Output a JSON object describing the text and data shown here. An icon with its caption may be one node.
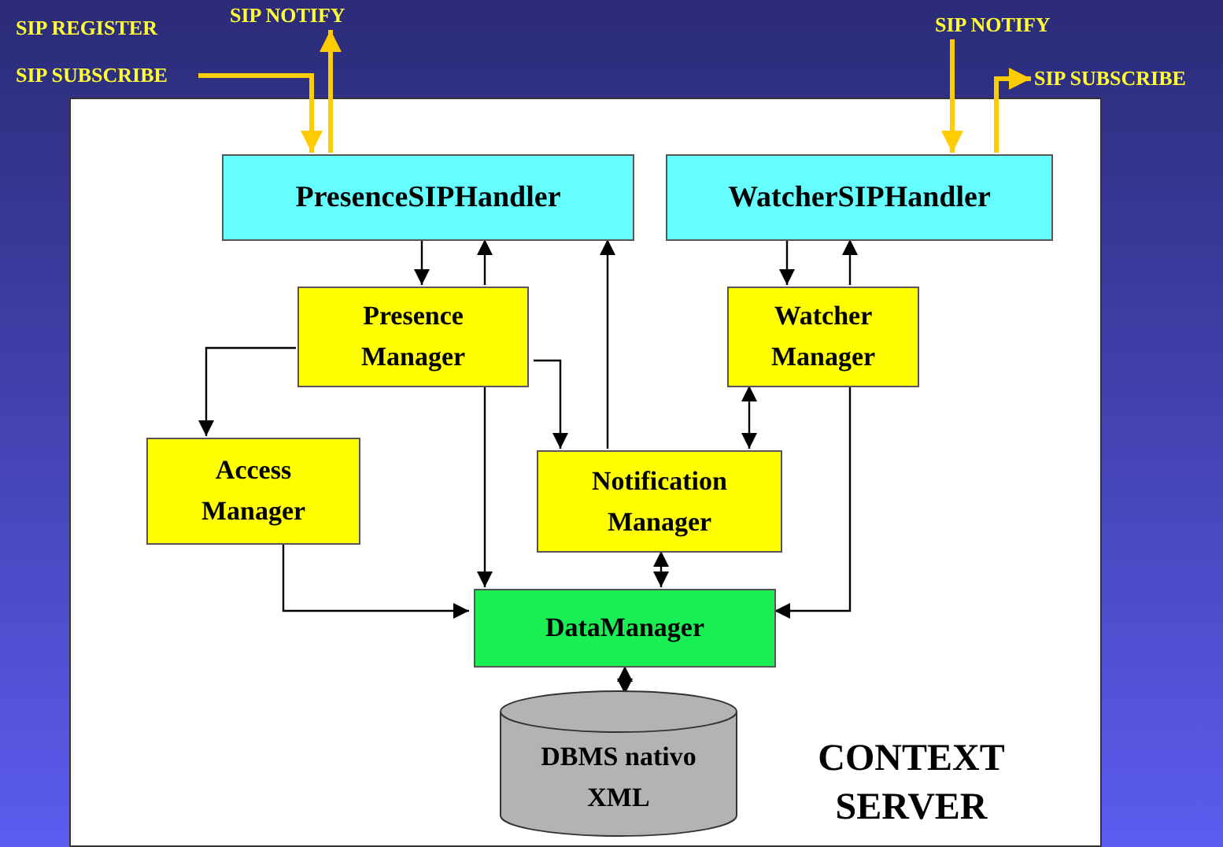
{
  "diagram": {
    "nodes": [
      {
        "text": [
          "CONTEXT SERVER"
        ]
      },
      {
        "text": [
          "PresenceSIPHandler"
        ],
        "in": 0
      },
      {
        "text": [
          "WatcherSIPHandler"
        ],
        "in": 0
      },
      {
        "text": [
          "Presence Manager"
        ],
        "in": 0
      },
      {
        "text": [
          "Watcher Manager"
        ],
        "in": 0
      },
      {
        "text": [
          "Access Manager"
        ],
        "in": 0
      },
      {
        "text": [
          "Notification Manager"
        ],
        "in": 0
      },
      {
        "text": [
          "DataManager"
        ],
        "in": 0
      },
      {
        "text": [
          "DBMS nativo XML"
        ],
        "in": 0
      },
      {
        "text": [
          "SIP SUBSCRIBE"
        ]
      },
      {
        "text": [
          "SIP NOTIFY"
        ]
      },
      {
        "text": [
          "SIP NOTIFY"
        ]
      },
      {
        "text": [
          "SIP SUBSCRIBE"
        ]
      }
    ],
    "edges": [
      {
        "from": 9,
        "to": 1,
        "arrow": "to",
        "style": "thick",
        "color": "#ffcc00"
      },
      {
        "from": 1,
        "to": 10,
        "arrow": "to",
        "style": "thick",
        "color": "#ffcc00"
      },
      {
        "from": 11,
        "to": 2,
        "arrow": "to",
        "style": "thick",
        "color": "#ffcc00"
      },
      {
        "from": 2,
        "to": 12,
        "arrow": "to",
        "style": "thick",
        "color": "#ffcc00"
      },
      {
        "from": 1,
        "to": 3,
        "arrow": "to"
      },
      {
        "from": 3,
        "to": 1,
        "arrow": "to"
      },
      {
        "from": 6,
        "to": 1,
        "arrow": "to"
      },
      {
        "from": 2,
        "to": 4,
        "arrow": "to"
      },
      {
        "from": 4,
        "to": 2,
        "arrow": "to"
      },
      {
        "from": 3,
        "to": 5,
        "arrow": "to"
      },
      {
        "from": 3,
        "to": 6,
        "arrow": "to"
      },
      {
        "from": 3,
        "to": 7,
        "arrow": "to"
      },
      {
        "from": 4,
        "to": 6,
        "arrow": "both"
      },
      {
        "from": 6,
        "to": 7,
        "arrow": "both"
      },
      {
        "from": 5,
        "to": 7,
        "arrow": "to"
      },
      {
        "from": 4,
        "to": 7,
        "arrow": "to"
      },
      {
        "from": 7,
        "to": 8,
        "arrow": "both"
      }
    ],
    "labels": [
      "SIP REGISTER"
    ]
  }
}
